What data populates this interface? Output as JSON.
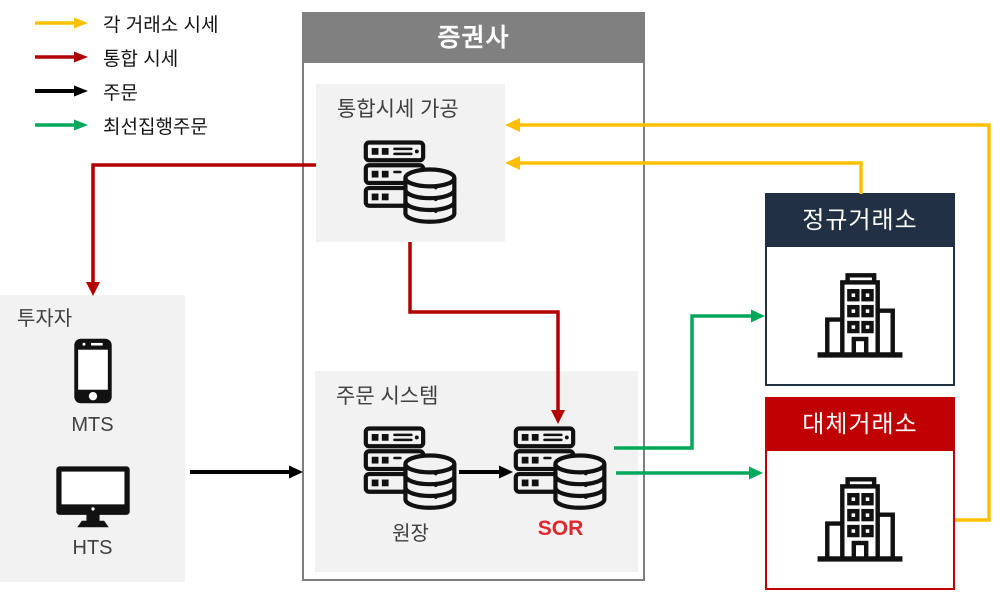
{
  "legend": {
    "items": [
      {
        "name": "exchange-quotes",
        "label": "각 거래소 시세",
        "color": "#FFC000"
      },
      {
        "name": "consolidated-quotes",
        "label": "통합 시세",
        "color": "#B20000"
      },
      {
        "name": "order",
        "label": "주문",
        "color": "#000000"
      },
      {
        "name": "best-execution-order",
        "label": "최선집행주문",
        "color": "#00A859"
      }
    ]
  },
  "investor": {
    "title": "투자자",
    "mts_label": "MTS",
    "hts_label": "HTS"
  },
  "broker": {
    "title": "증권사",
    "quote_box": {
      "title": "통합시세 가공"
    },
    "order_box": {
      "title": "주문 시스템",
      "ledger_label": "원장",
      "sor_label": "SOR"
    }
  },
  "exchanges": {
    "regular": {
      "title": "정규거래소"
    },
    "alternative": {
      "title": "대체거래소"
    }
  },
  "icons": {
    "quote_box": "server-database-icon",
    "ledger": "server-database-icon",
    "sor": "server-database-icon",
    "mts": "smartphone-icon",
    "hts": "desktop-monitor-icon",
    "regular_exchange": "building-icon",
    "alternative_exchange": "building-icon"
  },
  "colors": {
    "yellow": "#FFC000",
    "dark_red": "#B20000",
    "black": "#000000",
    "green": "#00A859",
    "navy_header": "#223044",
    "red_header": "#C00000",
    "gray_header": "#808080",
    "panel": "#F2F2F2",
    "sor_red": "#E2262C"
  }
}
